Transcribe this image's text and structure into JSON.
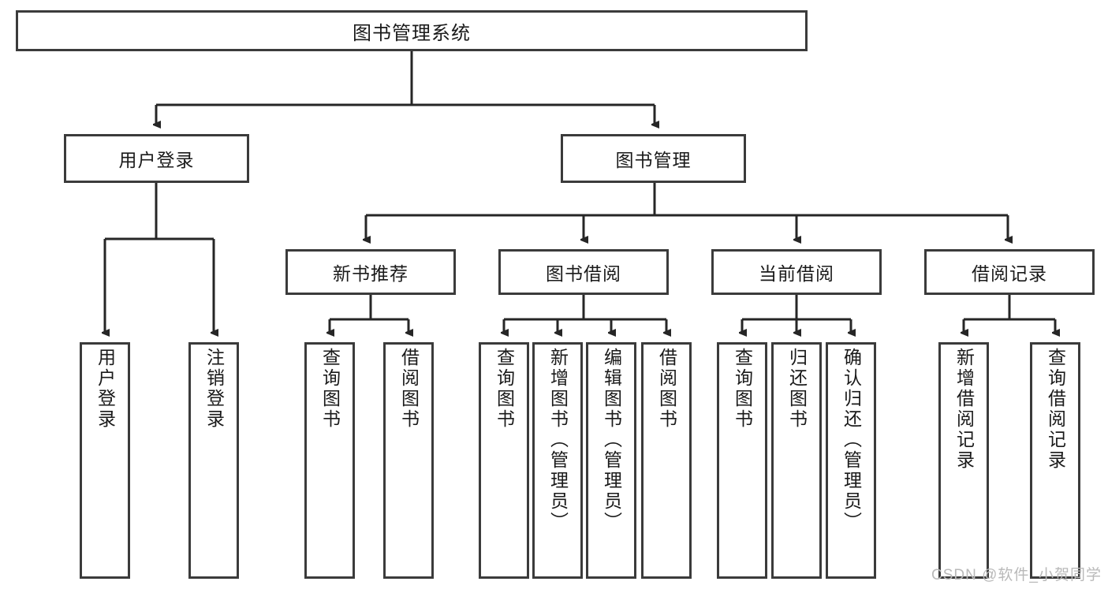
{
  "diagram": {
    "title": "图书管理系统",
    "type": "tree-hierarchy-chart",
    "stroke_color": "#3b3b3b",
    "fill_color": "#ffffff",
    "text_color": "#1a1a1a"
  },
  "root": {
    "label": "图书管理系统"
  },
  "level1": [
    {
      "label": "用户登录"
    },
    {
      "label": "图书管理"
    }
  ],
  "level2": [
    {
      "label": "新书推荐"
    },
    {
      "label": "图书借阅"
    },
    {
      "label": "当前借阅"
    },
    {
      "label": "借阅记录"
    }
  ],
  "leaves": {
    "user_login": [
      {
        "label": "用户登录"
      },
      {
        "label": "注销登录"
      }
    ],
    "new_book": [
      {
        "label": "查询图书"
      },
      {
        "label": "借阅图书"
      }
    ],
    "book_borrow": [
      {
        "label": "查询图书"
      },
      {
        "label": "新增图书（管理员）"
      },
      {
        "label": "编辑图书（管理员）"
      },
      {
        "label": "借阅图书"
      }
    ],
    "current_borrow": [
      {
        "label": "查询图书"
      },
      {
        "label": "归还图书"
      },
      {
        "label": "确认归还（管理员）"
      }
    ],
    "borrow_record": [
      {
        "label": "新增借阅记录"
      },
      {
        "label": "查询借阅记录"
      }
    ]
  },
  "watermark": {
    "text": "CSDN @软件_小贺同学"
  }
}
